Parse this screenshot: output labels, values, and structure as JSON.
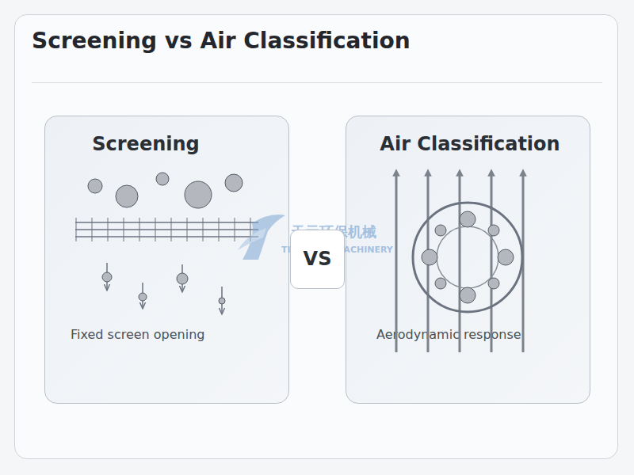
{
  "diagram": {
    "title": "Screening vs Air Classification",
    "nodes": [
      {
        "text": [
          "Screening",
          "Fixed screen opening"
        ]
      },
      {
        "text": [
          "VS"
        ]
      },
      {
        "text": [
          "Air Classification",
          "Aerodynamic response"
        ]
      }
    ],
    "labels": [
      "天元环保机械",
      "TIANYUAN MACHINERY"
    ]
  }
}
